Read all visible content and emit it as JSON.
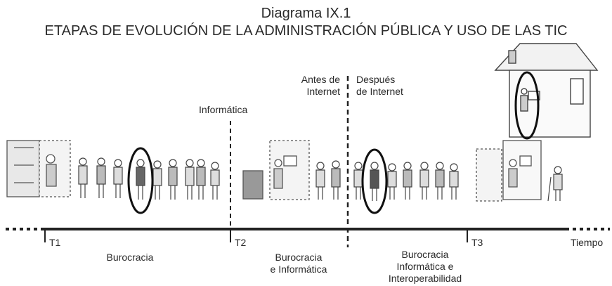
{
  "title": "Diagrama IX.1",
  "subtitle": "ETAPAS DE EVOLUCIÓN DE LA ADMINISTRACIÓN PÚBLICA Y USO DE LAS TIC",
  "annotations": {
    "informatica": "Informática",
    "antes_l1": "Antes de",
    "antes_l2": "Internet",
    "despues_l1": "Después",
    "despues_l2": "de Internet"
  },
  "timeline": {
    "ticks": [
      "T1",
      "T2",
      "T3"
    ],
    "end_label": "Tiempo"
  },
  "stages": [
    {
      "lines": [
        "Burocracia"
      ]
    },
    {
      "lines": [
        "Burocracia",
        "e Informática"
      ]
    },
    {
      "lines": [
        "Burocracia",
        "Informática e",
        "Interoperabilidad"
      ]
    }
  ]
}
